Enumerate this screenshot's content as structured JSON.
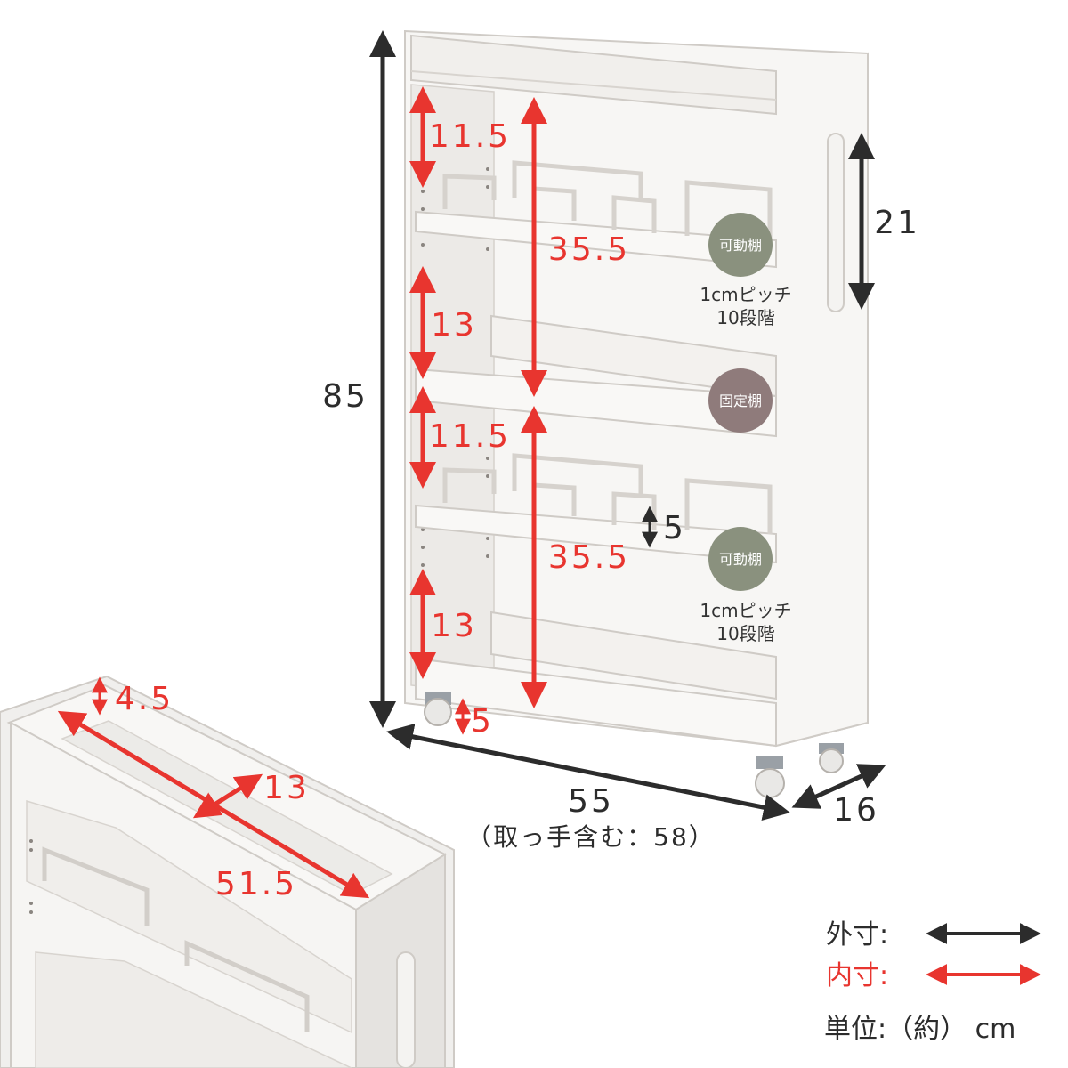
{
  "colors": {
    "outer": "#2c2c2c",
    "inner": "#e8352f",
    "movable_badge": "#8a917e",
    "fixed_badge": "#8f7b7b",
    "furniture": "#f4f3f1",
    "outline": "#cfcbc6"
  },
  "dimensions": {
    "height_total": "85",
    "upper_gap_top": "11.5",
    "upper_inner_height": "35.5",
    "upper_gap_bottom": "13",
    "lower_gap_top": "11.5",
    "lower_inner_height": "35.5",
    "lower_gap_bottom": "13",
    "rail_height": "5",
    "handle_length": "21",
    "caster_height": "5",
    "width_total": "55",
    "width_note": "（取っ手含む：58）",
    "depth_total": "16",
    "top_tray_depth": "4.5",
    "top_tray_inner_depth": "13",
    "top_tray_inner_width": "51.5"
  },
  "badges": {
    "movable_1": "可動棚",
    "fixed": "固定棚",
    "movable_2": "可動棚"
  },
  "notes": {
    "pitch_1_line1": "1cmピッチ",
    "pitch_1_line2": "10段階",
    "pitch_2_line1": "1cmピッチ",
    "pitch_2_line2": "10段階"
  },
  "legend": {
    "outer_label": "外寸:",
    "inner_label": "内寸:",
    "unit_label": "単位:（約） cm"
  }
}
